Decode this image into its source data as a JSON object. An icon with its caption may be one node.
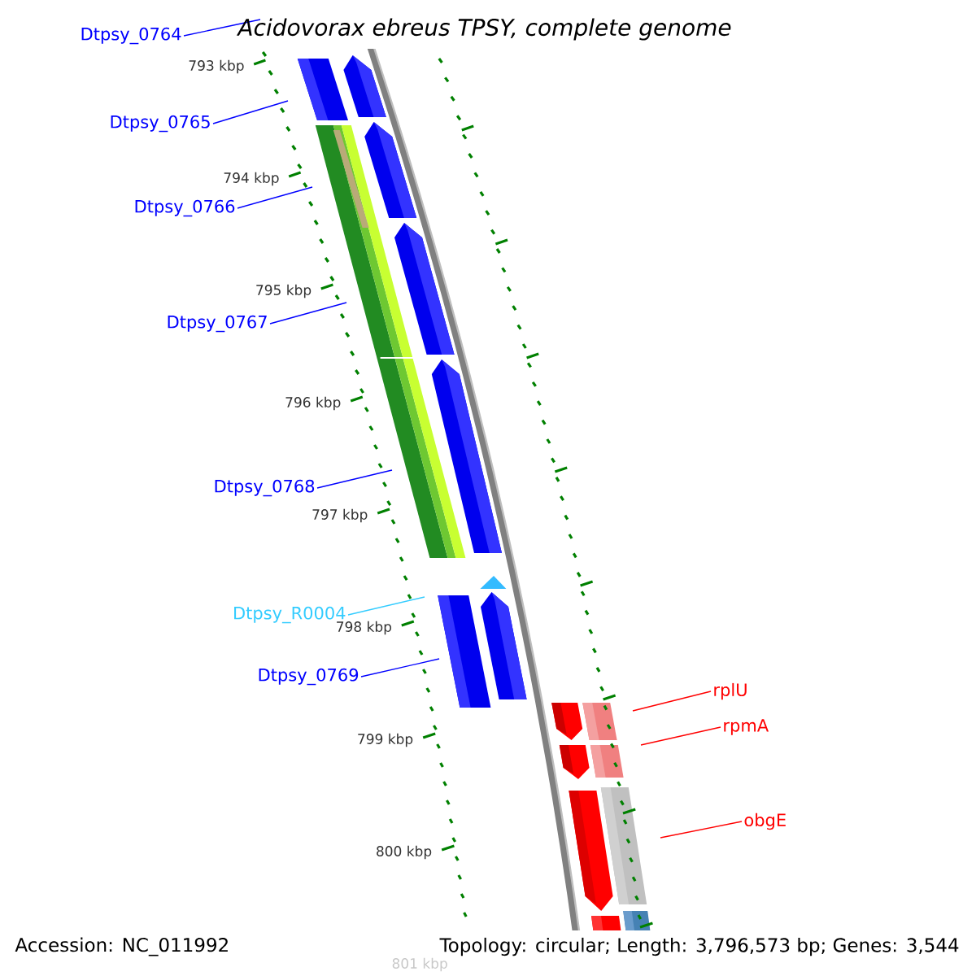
{
  "diagram": {
    "title": "Acidovorax ebreus TPSY, complete genome",
    "nodes": [
      {
        "text": [
          "Dtpsy_0764"
        ]
      },
      {
        "text": [
          "Dtpsy_0765"
        ]
      },
      {
        "text": [
          "Dtpsy_0766"
        ]
      },
      {
        "text": [
          "Dtpsy_0767"
        ]
      },
      {
        "text": [
          "Dtpsy_0768"
        ]
      },
      {
        "text": [
          "Dtpsy_R0004"
        ]
      },
      {
        "text": [
          "Dtpsy_0769"
        ]
      },
      {
        "text": [
          "rplU"
        ]
      },
      {
        "text": [
          "rpmA"
        ]
      },
      {
        "text": [
          "obgE"
        ]
      }
    ],
    "edges": [
      {
        "from": 0,
        "to": null,
        "arrow": "none"
      },
      {
        "from": 1,
        "to": null,
        "arrow": "none"
      },
      {
        "from": 2,
        "to": null,
        "arrow": "none"
      },
      {
        "from": 3,
        "to": null,
        "arrow": "none"
      },
      {
        "from": 4,
        "to": null,
        "arrow": "none"
      },
      {
        "from": 5,
        "to": null,
        "arrow": "none",
        "color": "#33ccff"
      },
      {
        "from": 6,
        "to": null,
        "arrow": "none"
      },
      {
        "from": 7,
        "to": null,
        "arrow": "none",
        "color": "#ff0000"
      },
      {
        "from": 8,
        "to": null,
        "arrow": "none",
        "color": "#ff0000"
      },
      {
        "from": 9,
        "to": null,
        "arrow": "none",
        "color": "#ff0000"
      }
    ],
    "labels": [
      "793 kbp",
      "794 kbp",
      "795 kbp",
      "796 kbp",
      "797 kbp",
      "798 kbp",
      "799 kbp",
      "800 kbp",
      "801 kbp",
      "Accession: NC_011992",
      "Topology: circular; Length: 3,796,573 bp; Genes: 3,544"
    ]
  }
}
